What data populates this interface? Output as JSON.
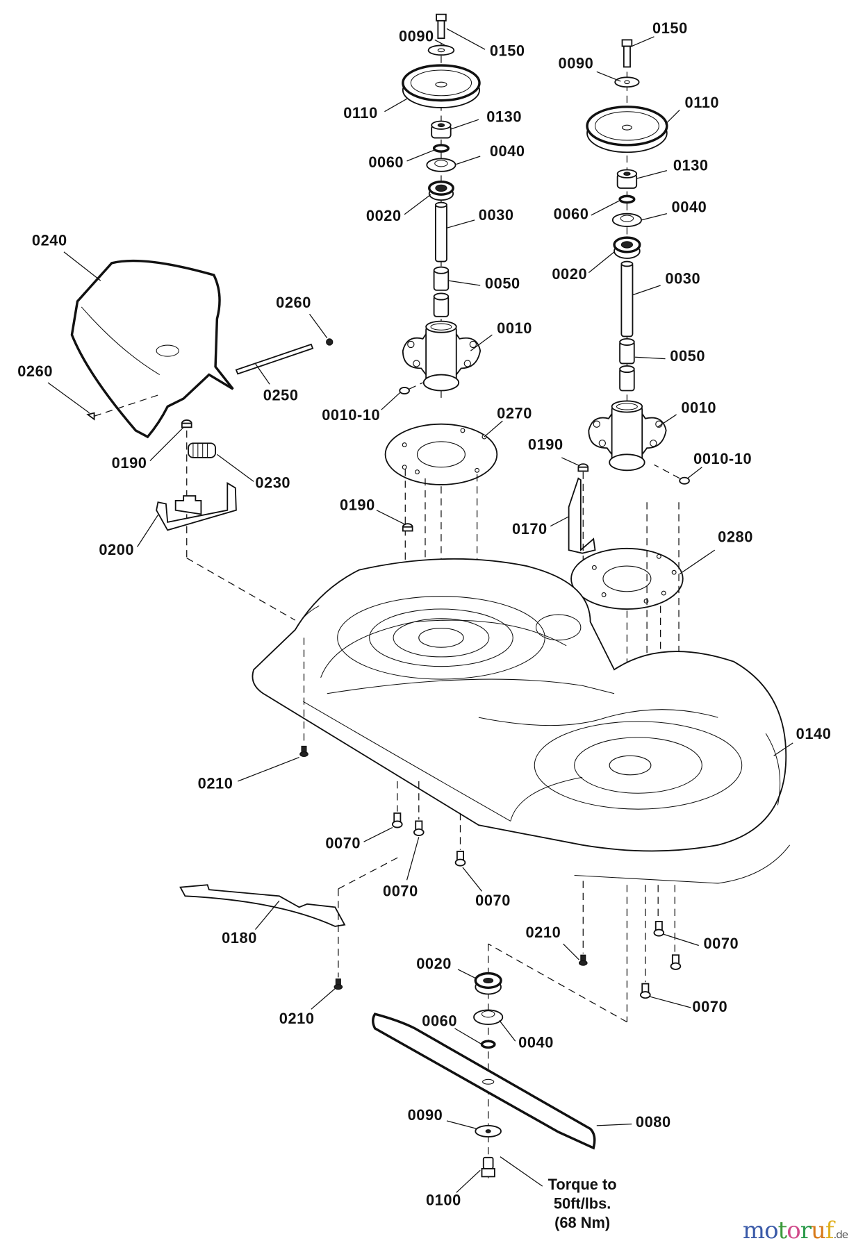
{
  "diagram": {
    "title": "Mower deck exploded parts diagram",
    "callouts": [
      {
        "id": "c-0150-a",
        "text": "0150"
      },
      {
        "id": "c-0090-a",
        "text": "0090"
      },
      {
        "id": "c-0110-a",
        "text": "0110"
      },
      {
        "id": "c-0130-a",
        "text": "0130"
      },
      {
        "id": "c-0060-a",
        "text": "0060"
      },
      {
        "id": "c-0040-a",
        "text": "0040"
      },
      {
        "id": "c-0020-a",
        "text": "0020"
      },
      {
        "id": "c-0030-a",
        "text": "0030"
      },
      {
        "id": "c-0050-a",
        "text": "0050"
      },
      {
        "id": "c-0010-a",
        "text": "0010"
      },
      {
        "id": "c-0010-10-a",
        "text": "0010-10"
      },
      {
        "id": "c-0270",
        "text": "0270"
      },
      {
        "id": "c-0190-b",
        "text": "0190"
      },
      {
        "id": "c-0150-b",
        "text": "0150"
      },
      {
        "id": "c-0090-b",
        "text": "0090"
      },
      {
        "id": "c-0110-b",
        "text": "0110"
      },
      {
        "id": "c-0130-b",
        "text": "0130"
      },
      {
        "id": "c-0060-b",
        "text": "0060"
      },
      {
        "id": "c-0040-b",
        "text": "0040"
      },
      {
        "id": "c-0020-b",
        "text": "0020"
      },
      {
        "id": "c-0030-b",
        "text": "0030"
      },
      {
        "id": "c-0050-b",
        "text": "0050"
      },
      {
        "id": "c-0010-b",
        "text": "0010"
      },
      {
        "id": "c-0010-10-b",
        "text": "0010-10"
      },
      {
        "id": "c-0190-c",
        "text": "0190"
      },
      {
        "id": "c-0170",
        "text": "0170"
      },
      {
        "id": "c-0280",
        "text": "0280"
      },
      {
        "id": "c-0240",
        "text": "0240"
      },
      {
        "id": "c-0260-a",
        "text": "0260"
      },
      {
        "id": "c-0260-b",
        "text": "0260"
      },
      {
        "id": "c-0250",
        "text": "0250"
      },
      {
        "id": "c-0190-a",
        "text": "0190"
      },
      {
        "id": "c-0230",
        "text": "0230"
      },
      {
        "id": "c-0200",
        "text": "0200"
      },
      {
        "id": "c-0140",
        "text": "0140"
      },
      {
        "id": "c-0210-a",
        "text": "0210"
      },
      {
        "id": "c-0070-a",
        "text": "0070"
      },
      {
        "id": "c-0070-b",
        "text": "0070"
      },
      {
        "id": "c-0070-c",
        "text": "0070"
      },
      {
        "id": "c-0180",
        "text": "0180"
      },
      {
        "id": "c-0210-b",
        "text": "0210"
      },
      {
        "id": "c-0210-c",
        "text": "0210"
      },
      {
        "id": "c-0070-d",
        "text": "0070"
      },
      {
        "id": "c-0070-e",
        "text": "0070"
      },
      {
        "id": "c-0020-c",
        "text": "0020"
      },
      {
        "id": "c-0060-c",
        "text": "0060"
      },
      {
        "id": "c-0040-c",
        "text": "0040"
      },
      {
        "id": "c-0090-c",
        "text": "0090"
      },
      {
        "id": "c-0080",
        "text": "0080"
      },
      {
        "id": "c-0100",
        "text": "0100"
      }
    ],
    "torque_note": [
      "Torque to",
      "50ft/lbs.",
      "(68 Nm)"
    ]
  },
  "watermark": {
    "letters": [
      {
        "ch": "m",
        "color": "#3a5aa8"
      },
      {
        "ch": "o",
        "color": "#3a5aa8"
      },
      {
        "ch": "t",
        "color": "#3a9a3a"
      },
      {
        "ch": "o",
        "color": "#d04a8a"
      },
      {
        "ch": "r",
        "color": "#2a9a4a"
      },
      {
        "ch": "u",
        "color": "#d87a1a"
      },
      {
        "ch": "f",
        "color": "#e0b020"
      }
    ],
    "suffix": ".de"
  }
}
